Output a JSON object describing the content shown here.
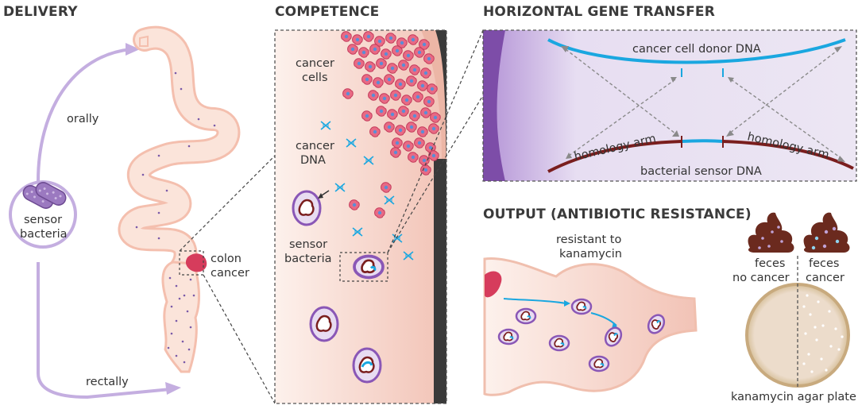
{
  "headings": {
    "delivery": "DELIVERY",
    "competence": "COMPETENCE",
    "hgt": "HORIZONTAL GENE TRANSFER",
    "output": "OUTPUT (ANTIBIOTIC RESISTANCE)"
  },
  "delivery": {
    "orally": "orally",
    "rectally": "rectally",
    "sensor_l1": "sensor",
    "sensor_l2": "bacteria",
    "colon_l1": "colon",
    "colon_l2": "cancer"
  },
  "competence": {
    "cells_l1": "cancer",
    "cells_l2": "cells",
    "dna_l1": "cancer",
    "dna_l2": "DNA",
    "sensor_l1": "sensor",
    "sensor_l2": "bacteria"
  },
  "hgt": {
    "donor": "cancer cell donor DNA",
    "arm_left": "homology arm",
    "arm_right": "homology arm",
    "sensor_dna": "bacterial sensor DNA"
  },
  "output": {
    "resistant_l1": "resistant to",
    "resistant_l2": "kanamycin",
    "feces_nc_l1": "feces",
    "feces_nc_l2": "no cancer",
    "feces_c_l1": "feces",
    "feces_c_l2": "cancer",
    "plate": "kanamycin agar plate"
  },
  "colors": {
    "purple": "#b59cd0",
    "tissue": "#f9d9cf",
    "cancer": "#e04868",
    "dna_blue": "#1aa7e0",
    "dna_red": "#7a1e1e",
    "feces": "#6b2a1e"
  }
}
